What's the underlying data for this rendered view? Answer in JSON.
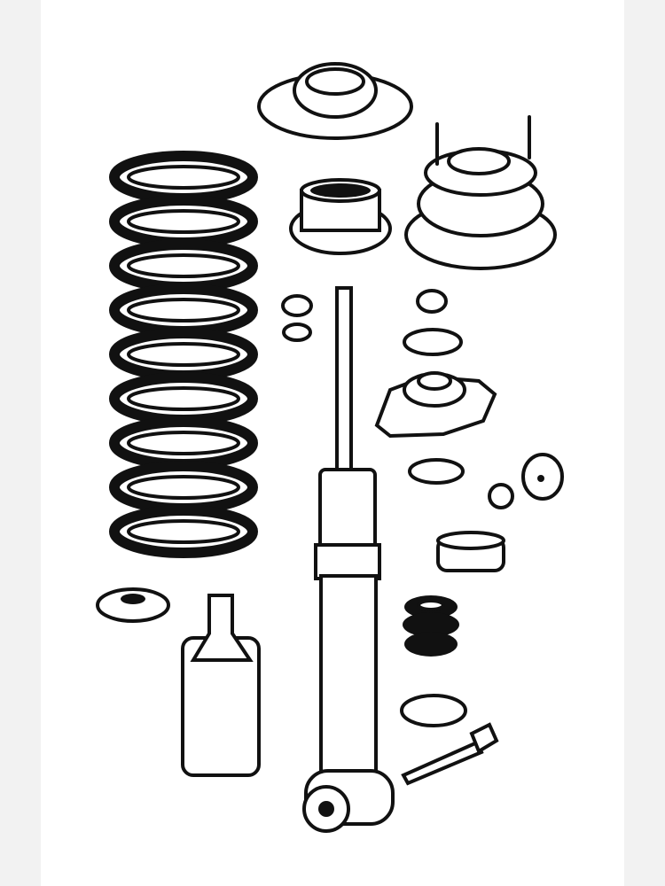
{
  "colors": {
    "background": "#f2f2f2",
    "panel": "#ffffff",
    "ink": "#111111"
  },
  "figure": {
    "parts": [
      "coil-spring",
      "strut-top-mount",
      "bearing",
      "upper-mount-assembly",
      "shock-absorber",
      "bump-stop",
      "dust-boot",
      "washers",
      "nuts",
      "bolt",
      "spacer-ring",
      "rubber-bushing"
    ]
  }
}
